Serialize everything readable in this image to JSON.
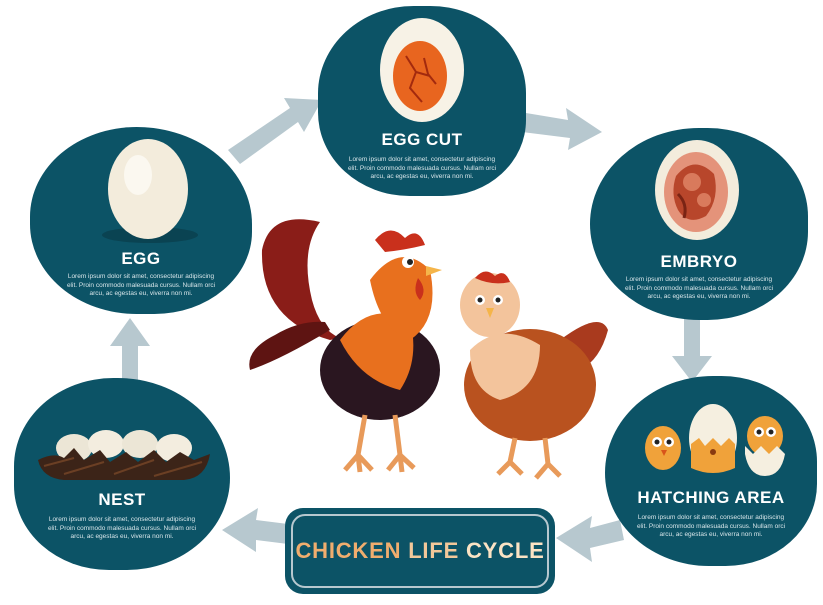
{
  "diagram": {
    "title": {
      "word1": "CHICKEN",
      "word2": "LIFE",
      "word3": "CYCLE"
    },
    "stages": {
      "egg_cut": {
        "label": "EGG CUT",
        "desc_line1": "Lorem ipsum dolor sit amet, consectetur adipiscing",
        "desc_line2": "elit. Proin commodo malesuada cursus. Nullam orci",
        "desc_line3": "arcu, ac egestas eu, viverra non mi."
      },
      "egg": {
        "label": "EGG",
        "desc_line1": "Lorem ipsum dolor sit amet, consectetur adipiscing",
        "desc_line2": "elit. Proin commodo malesuada cursus. Nullam orci",
        "desc_line3": "arcu, ac egestas eu, viverra non mi."
      },
      "embryo": {
        "label": "EMBRYO",
        "desc_line1": "Lorem ipsum dolor sit amet, consectetur adipiscing",
        "desc_line2": "elit. Proin commodo malesuada cursus. Nullam orci",
        "desc_line3": "arcu, ac egestas eu, viverra non mi."
      },
      "nest": {
        "label": "NEST",
        "desc_line1": "Lorem ipsum dolor sit amet, consectetur adipiscing",
        "desc_line2": "elit. Proin commodo malesuada cursus. Nullam orci",
        "desc_line3": "arcu, ac egestas eu, viverra non mi."
      },
      "hatching_area": {
        "label": "HATCHING AREA",
        "desc_line1": "Lorem ipsum dolor sit amet, consectetur adipiscing",
        "desc_line2": "elit. Proin commodo malesuada cursus. Nullam orci",
        "desc_line3": "arcu, ac egestas eu, viverra non mi."
      }
    },
    "colors": {
      "panel": "#0c5366",
      "arrow": "#b7c8cf",
      "title_chicken": "#f0ad6e",
      "title_life": "#f3c89a",
      "title_cycle": "#fbe3c4"
    },
    "icons": [
      "cracked-egg-icon",
      "egg-icon",
      "embryo-egg-icon",
      "nest-eggs-icon",
      "hatching-chicks-icon",
      "rooster-illustration",
      "hen-illustration",
      "cycle-arrow-icon"
    ]
  }
}
